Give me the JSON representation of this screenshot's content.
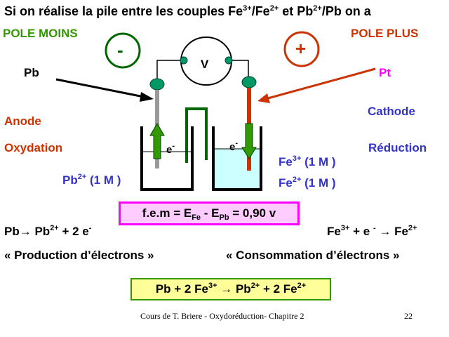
{
  "title": {
    "part1": "Si on réalise la pile entre les couples Fe",
    "sup1": "3+",
    "part2": "/Fe",
    "sup2": "2+",
    "part3": " et Pb",
    "sup3": "2+",
    "part4": "/Pb on a"
  },
  "left_pole": {
    "label": "POLE MOINS",
    "sign": "-",
    "metal": "Pb",
    "role": "Anode",
    "process": "Oxydation",
    "ion": "Pb",
    "ion_charge": "2+",
    "conc": " (1 M )"
  },
  "right_pole": {
    "label": "POLE PLUS",
    "sign": "+",
    "metal": "Pt",
    "role": "Cathode",
    "process": "Réduction",
    "ion1": "Fe",
    "ion1_charge": "3+",
    "ion1_conc": " (1 M )",
    "ion2": "Fe",
    "ion2_charge": "2+",
    "ion2_conc": " (1 M )"
  },
  "voltmeter": "V",
  "electron_left": "e",
  "electron_left_sup": "-",
  "electron_right": "e",
  "electron_right_sup": "-",
  "fem": {
    "prefix": "f.e.m = E",
    "sub1": "Fe",
    "mid": " - E",
    "sub2": "Pb",
    "suffix": " = 0,90 v"
  },
  "left_reaction": {
    "a": "Pb",
    "arrow": "→",
    "b": " Pb",
    "b_sup": "2+",
    "c": " + 2 e",
    "c_sup": "-"
  },
  "right_reaction": {
    "a": "Fe",
    "a_sup": "3+",
    "b": " + e ",
    "b_sup": "-",
    "arrow": " → ",
    "c": " Fe",
    "c_sup": "2+"
  },
  "left_caption": "« Production d’électrons »",
  "right_caption": "« Consommation d’électrons »",
  "overall": {
    "a": "Pb + 2 Fe",
    "a_sup": "3+",
    "arrow": " → ",
    "b": " Pb",
    "b_sup": "2+",
    "c": " + 2 Fe",
    "c_sup": "2+"
  },
  "footer": "Cours de T. Briere - Oxydoréduction- Chapitre 2",
  "page_number": "22",
  "colors": {
    "green": "#339900",
    "dark_green": "#006600",
    "red": "#cc3300",
    "blue": "#3333cc",
    "solution": "#ccffff",
    "teal": "#009966",
    "magenta": "#ff00ff",
    "yellow": "#ffff99",
    "pink_box": "#ffccff"
  }
}
